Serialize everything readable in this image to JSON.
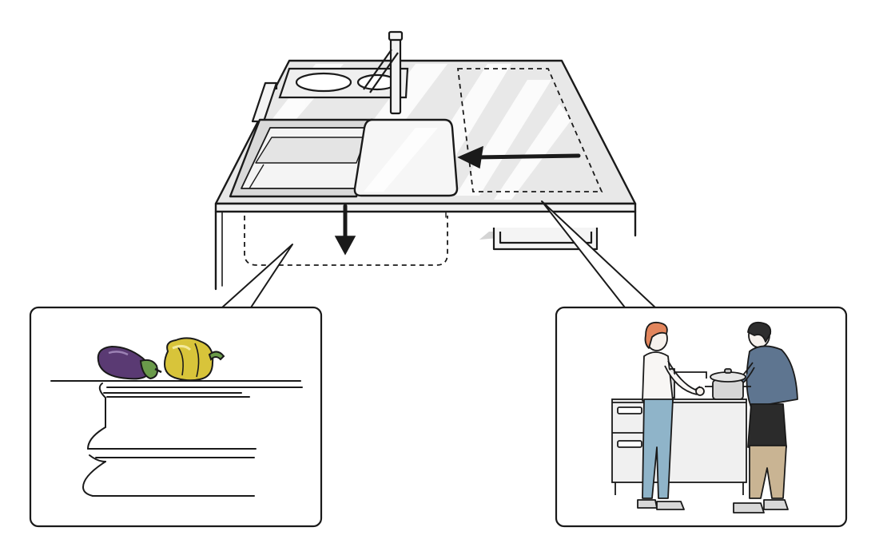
{
  "illustration": {
    "subject": "kitchen-counter-with-sliding-sink-cover",
    "callouts": [
      {
        "name": "cabinet-detail",
        "icons": [
          "eggplant-icon",
          "bell-pepper-icon"
        ]
      },
      {
        "name": "couple-cooking",
        "icons": [
          "woman-figure-icon",
          "man-figure-icon",
          "cooking-pot-icon"
        ]
      }
    ]
  },
  "colors": {
    "line": "#1a1a1a",
    "counter_fill": "#e6e6e6",
    "shadow": "#c8c8c8",
    "eggplant": "#5a3a73",
    "pepper": "#d8c43a",
    "shirt_man": "#5e7590",
    "jeans": "#8fb4c9",
    "hair_woman": "#e2855c",
    "apron": "#2b2b2b",
    "pants_man": "#c9b493"
  }
}
